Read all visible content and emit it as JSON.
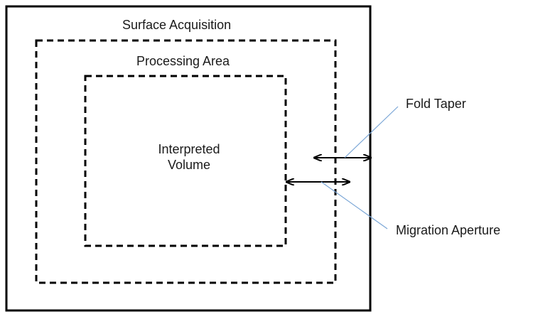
{
  "labels": {
    "surface_acquisition": "Surface Acquisition",
    "processing_area": "Processing Area",
    "interpreted_volume_line1": "Interpreted",
    "interpreted_volume_line2": "Volume",
    "fold_taper": "Fold Taper",
    "migration_aperture": "Migration Aperture"
  },
  "colors": {
    "outline": "#000000",
    "callout_line": "#7aa6d6",
    "text": "#1a1a1a",
    "background": "#ffffff"
  }
}
